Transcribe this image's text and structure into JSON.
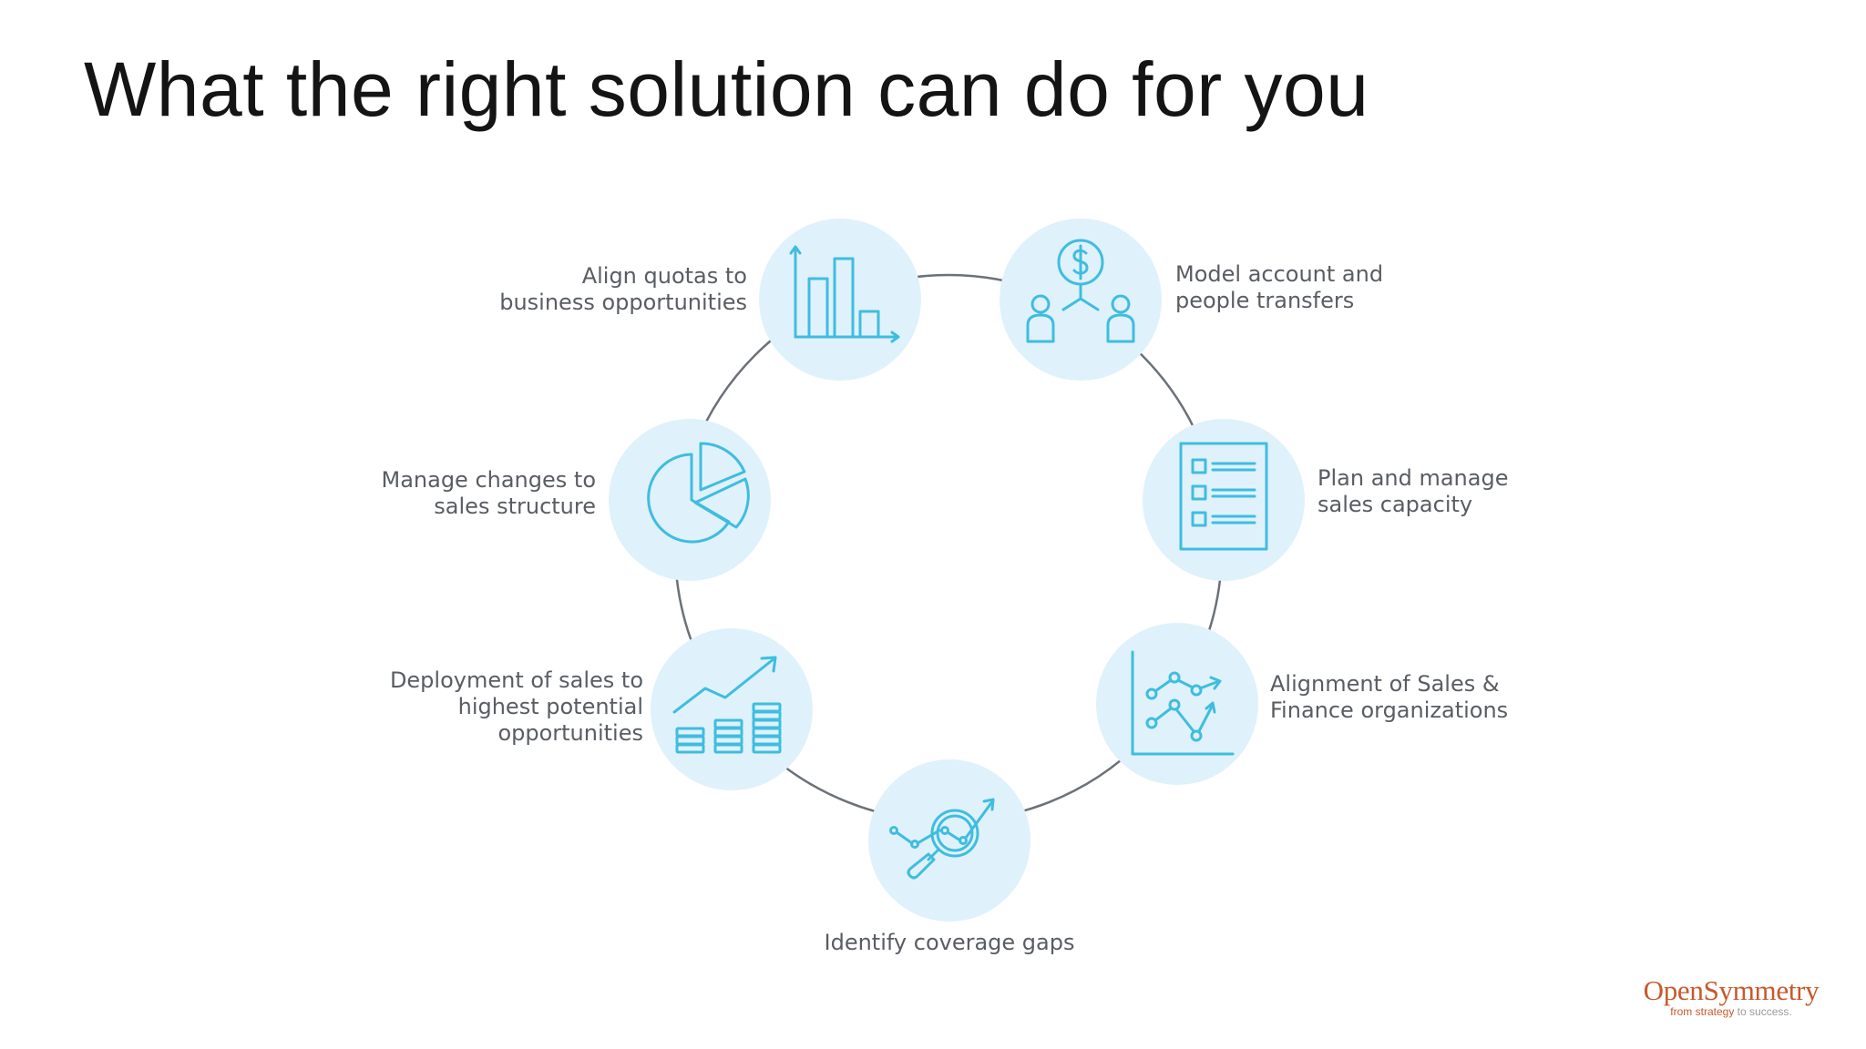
{
  "slide": {
    "title": "What the right solution can do for you"
  },
  "cycle": {
    "items": [
      {
        "id": "align-quotas",
        "lines": [
          "Align quotas to",
          "business opportunities"
        ],
        "icon": "bar-chart-icon"
      },
      {
        "id": "model-transfers",
        "lines": [
          "Model account and",
          "people transfers"
        ],
        "icon": "people-transfer-icon"
      },
      {
        "id": "plan-capacity",
        "lines": [
          "Plan and manage",
          "sales capacity"
        ],
        "icon": "checklist-icon"
      },
      {
        "id": "align-finance",
        "lines": [
          "Alignment of Sales &",
          "Finance organizations"
        ],
        "icon": "line-chart-icon"
      },
      {
        "id": "coverage-gaps",
        "lines": [
          "Identify coverage gaps"
        ],
        "icon": "magnifier-trend-icon"
      },
      {
        "id": "deployment",
        "lines": [
          "Deployment of sales to",
          "highest potential",
          "opportunities"
        ],
        "icon": "growth-coins-icon"
      },
      {
        "id": "sales-structure",
        "lines": [
          "Manage changes to",
          "sales structure"
        ],
        "icon": "pie-chart-icon"
      }
    ]
  },
  "colors": {
    "circle_fill": "#dff1fa",
    "icon_stroke": "#3fbde0",
    "ring_stroke": "#6b7178",
    "label_text": "#595d63",
    "logo_brand": "#c8582b"
  },
  "logo": {
    "name": "OpenSymmetry",
    "tagline_prefix": "from strategy",
    "tagline_suffix": "to success."
  }
}
